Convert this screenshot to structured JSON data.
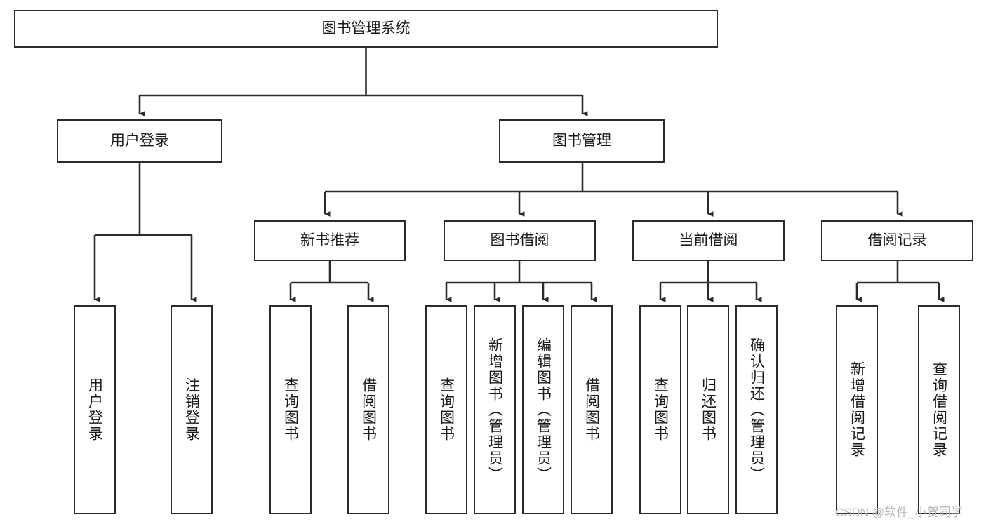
{
  "diagram": {
    "title": "图书管理系统",
    "orientation": "top-down-tree",
    "style": {
      "box_border_color": "#2b2b2b",
      "box_fill": "#ffffff",
      "connector_color": "#2b2b2b",
      "text_color": "#1a1a1a",
      "background": "#ffffff"
    },
    "nodes": {
      "root": {
        "label": "图书管理系统",
        "level": 0,
        "text_orientation": "horizontal"
      },
      "user_login": {
        "label": "用户登录",
        "level": 1,
        "text_orientation": "horizontal"
      },
      "book_manage": {
        "label": "图书管理",
        "level": 1,
        "text_orientation": "horizontal"
      },
      "new_book_rec": {
        "label": "新书推荐",
        "level": 2,
        "text_orientation": "horizontal"
      },
      "book_borrow": {
        "label": "图书借阅",
        "level": 2,
        "text_orientation": "horizontal"
      },
      "current_borrow": {
        "label": "当前借阅",
        "level": 2,
        "text_orientation": "horizontal"
      },
      "borrow_record": {
        "label": "借阅记录",
        "level": 2,
        "text_orientation": "horizontal"
      },
      "leaf_user_login": {
        "label": "用户登录",
        "level": 3,
        "text_orientation": "vertical",
        "parent": "user_login"
      },
      "leaf_logout": {
        "label": "注销登录",
        "level": 3,
        "text_orientation": "vertical",
        "parent": "user_login"
      },
      "leaf_query_book_1": {
        "label": "查询图书",
        "level": 3,
        "text_orientation": "vertical",
        "parent": "new_book_rec"
      },
      "leaf_borrow_book_1": {
        "label": "借阅图书",
        "level": 3,
        "text_orientation": "vertical",
        "parent": "new_book_rec"
      },
      "leaf_query_book_2": {
        "label": "查询图书",
        "level": 3,
        "text_orientation": "vertical",
        "parent": "book_borrow"
      },
      "leaf_add_book": {
        "label": "新增图书（管理员）",
        "level": 3,
        "text_orientation": "vertical",
        "parent": "book_borrow"
      },
      "leaf_edit_book": {
        "label": "编辑图书（管理员）",
        "level": 3,
        "text_orientation": "vertical",
        "parent": "book_borrow"
      },
      "leaf_borrow_book_2": {
        "label": "借阅图书",
        "level": 3,
        "text_orientation": "vertical",
        "parent": "book_borrow"
      },
      "leaf_query_book_3": {
        "label": "查询图书",
        "level": 3,
        "text_orientation": "vertical",
        "parent": "current_borrow"
      },
      "leaf_return_book": {
        "label": "归还图书",
        "level": 3,
        "text_orientation": "vertical",
        "parent": "current_borrow"
      },
      "leaf_confirm_return": {
        "label": "确认归还（管理员）",
        "level": 3,
        "text_orientation": "vertical",
        "parent": "current_borrow"
      },
      "leaf_add_record": {
        "label": "新增借阅记录",
        "level": 3,
        "text_orientation": "vertical",
        "parent": "borrow_record"
      },
      "leaf_query_record": {
        "label": "查询借阅记录",
        "level": 3,
        "text_orientation": "vertical",
        "parent": "borrow_record"
      }
    },
    "edges": [
      {
        "from": "root",
        "to": "user_login"
      },
      {
        "from": "root",
        "to": "book_manage"
      },
      {
        "from": "book_manage",
        "to": "new_book_rec"
      },
      {
        "from": "book_manage",
        "to": "book_borrow"
      },
      {
        "from": "book_manage",
        "to": "current_borrow"
      },
      {
        "from": "book_manage",
        "to": "borrow_record"
      },
      {
        "from": "user_login",
        "to": "leaf_user_login"
      },
      {
        "from": "user_login",
        "to": "leaf_logout"
      },
      {
        "from": "new_book_rec",
        "to": "leaf_query_book_1"
      },
      {
        "from": "new_book_rec",
        "to": "leaf_borrow_book_1"
      },
      {
        "from": "book_borrow",
        "to": "leaf_query_book_2"
      },
      {
        "from": "book_borrow",
        "to": "leaf_add_book"
      },
      {
        "from": "book_borrow",
        "to": "leaf_edit_book"
      },
      {
        "from": "book_borrow",
        "to": "leaf_borrow_book_2"
      },
      {
        "from": "current_borrow",
        "to": "leaf_query_book_3"
      },
      {
        "from": "current_borrow",
        "to": "leaf_return_book"
      },
      {
        "from": "current_borrow",
        "to": "leaf_confirm_return"
      },
      {
        "from": "borrow_record",
        "to": "leaf_add_record"
      },
      {
        "from": "borrow_record",
        "to": "leaf_query_record"
      }
    ]
  },
  "watermark": {
    "text": "CSDN @软件_小贺同学"
  }
}
